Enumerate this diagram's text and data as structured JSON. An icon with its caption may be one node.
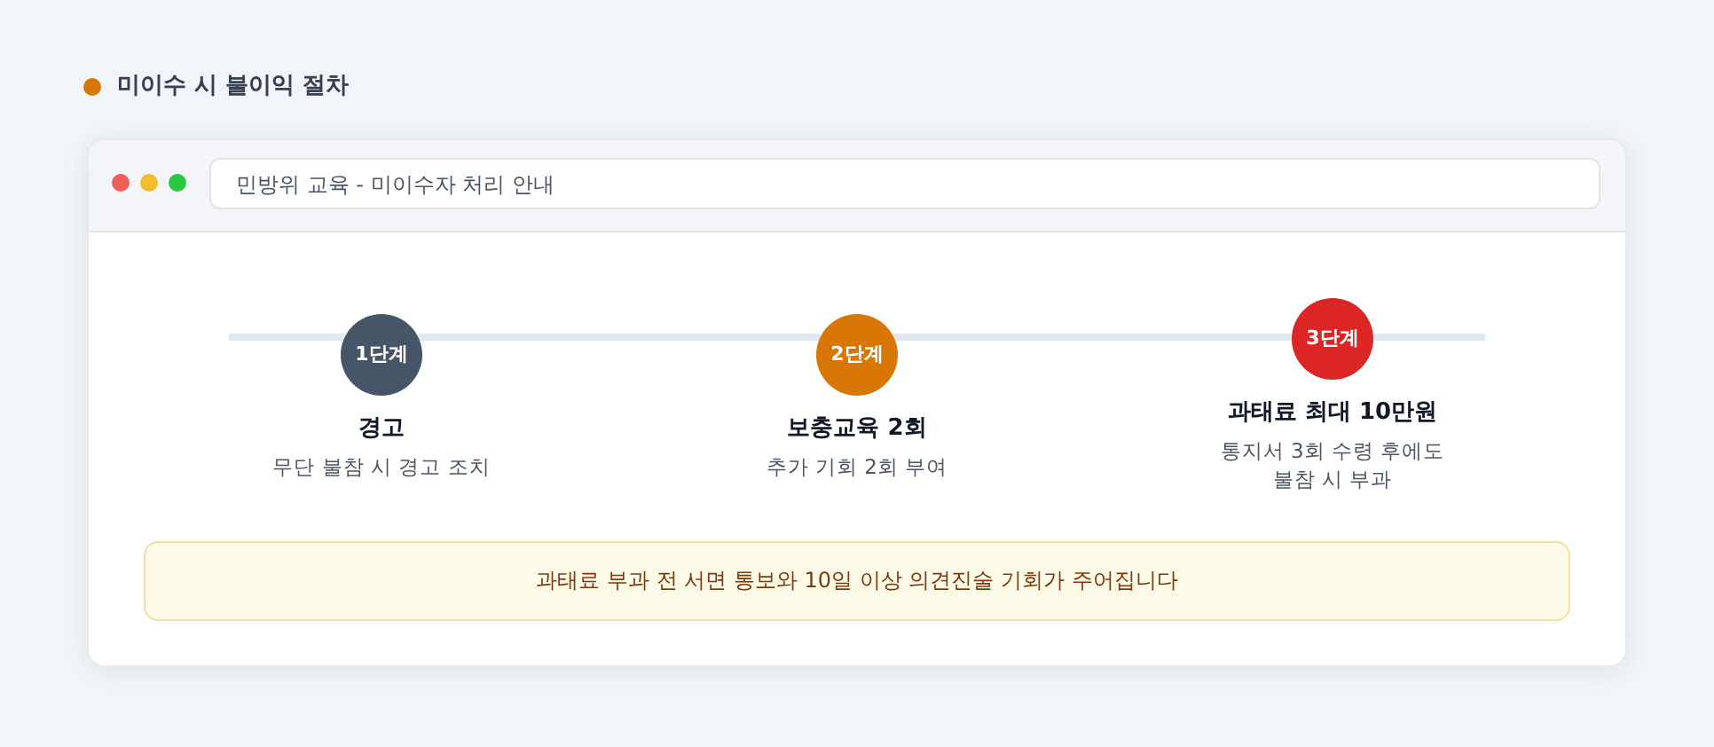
{
  "diagram": {
    "title": "미이수 시 불이익 절차",
    "nodes": [
      {
        "text": [
          "1단계"
        ],
        "beside": [
          "경고",
          "무단 불참 시 경고 조치"
        ]
      },
      {
        "text": [
          "2단계"
        ],
        "beside": [
          "보충교육 2회",
          "추가 기회 2회 부여"
        ]
      },
      {
        "text": [
          "3단계"
        ],
        "beside": [
          "과태료 최대 10만원",
          "통지서 3회 수령 후에도 불참 시 부과"
        ]
      },
      {
        "text": [
          "과태료 부과 전 서면 통보와 10일 이상 의견진술 기회가 주어집니다"
        ]
      }
    ],
    "edges": [
      {
        "from": 0,
        "to": 1,
        "arrow": "none"
      },
      {
        "from": 1,
        "to": 2,
        "arrow": "none"
      }
    ],
    "labels": [
      "민방위 교육 - 미이수자 처리 안내"
    ]
  }
}
